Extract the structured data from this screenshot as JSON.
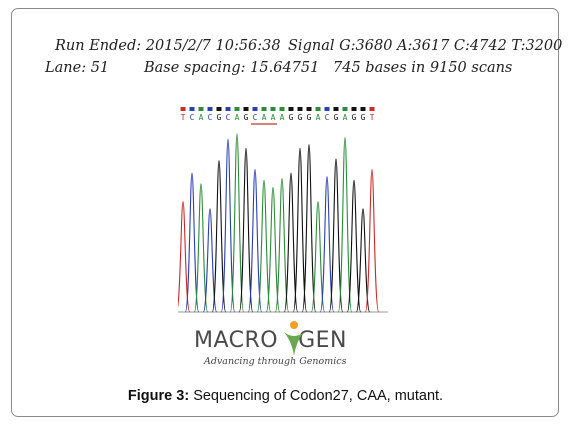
{
  "run_info": {
    "run_ended": "Run Ended: 2015/2/7 10:56:38",
    "signal": "Signal G:3680 A:3617 C:4742 T:3200",
    "lane": "Lane: 51",
    "base_spacing": "Base spacing: 15.64751",
    "bases_scans": "745 bases in 9150 scans"
  },
  "sequence": {
    "bases": [
      "T",
      "C",
      "A",
      "C",
      "G",
      "C",
      "A",
      "G",
      "C",
      "A",
      "A",
      "A",
      "G",
      "G",
      "G",
      "A",
      "C",
      "G",
      "A",
      "G",
      "G",
      "T"
    ],
    "underline_range": [
      8,
      10
    ],
    "colors": {
      "A": "#2e8b3c",
      "C": "#2b3fb0",
      "G": "#111111",
      "T": "#cc2a2a"
    },
    "underline_color": "#c0392b"
  },
  "logo": {
    "name_left": "MACRO",
    "name_right": "GEN",
    "tagline": "Advancing through Genomics",
    "accent_color": "#f0a020",
    "figure_color": "#6aa84f"
  },
  "caption": {
    "label": "Figure 3:",
    "text": "Sequencing of Codon27, CAA, mutant."
  }
}
